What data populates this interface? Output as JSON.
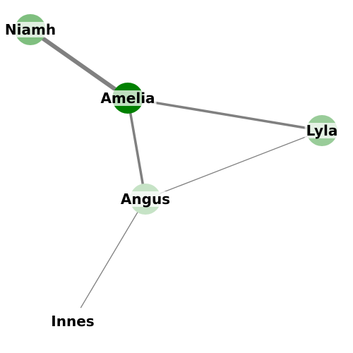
{
  "graph": {
    "nodes": [
      {
        "id": "niamh",
        "label": "Niamh",
        "color": "#7fbf7f"
      },
      {
        "id": "amelia",
        "label": "Amelia",
        "color": "#008000"
      },
      {
        "id": "lyla",
        "label": "Lyla",
        "color": "#99cc99"
      },
      {
        "id": "angus",
        "label": "Angus",
        "color": "#c6e3c6"
      },
      {
        "id": "innes",
        "label": "Innes",
        "color": "#ffffff"
      }
    ],
    "edges": [
      {
        "source": "niamh",
        "target": "amelia",
        "weight": "heavy"
      },
      {
        "source": "amelia",
        "target": "lyla",
        "weight": "medium"
      },
      {
        "source": "amelia",
        "target": "angus",
        "weight": "medium"
      },
      {
        "source": "angus",
        "target": "lyla",
        "weight": "light"
      },
      {
        "source": "angus",
        "target": "innes",
        "weight": "light"
      }
    ],
    "edge_color": "#808080"
  }
}
